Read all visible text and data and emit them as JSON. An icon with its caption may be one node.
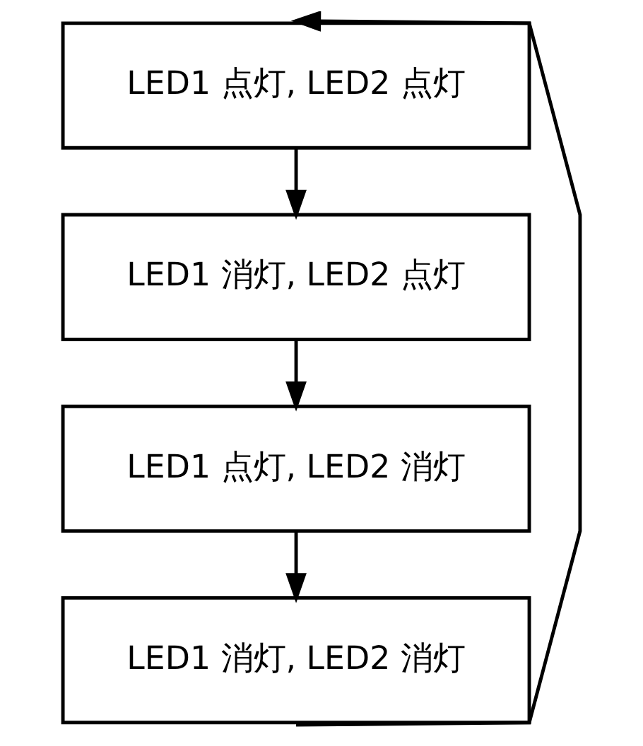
{
  "diagram": {
    "nodes": [
      {
        "text": [
          "LED1 点灯, LED2 点灯"
        ]
      },
      {
        "text": [
          "LED1 消灯, LED2 点灯"
        ]
      },
      {
        "text": [
          "LED1 点灯, LED2 消灯"
        ]
      },
      {
        "text": [
          "LED1 消灯, LED2 消灯"
        ]
      }
    ],
    "edges": [
      {
        "from": 0,
        "to": 1,
        "arrow": "to"
      },
      {
        "from": 1,
        "to": 2,
        "arrow": "to"
      },
      {
        "from": 2,
        "to": 3,
        "arrow": "to"
      },
      {
        "from": 3,
        "to": 0,
        "arrow": "to"
      }
    ]
  }
}
